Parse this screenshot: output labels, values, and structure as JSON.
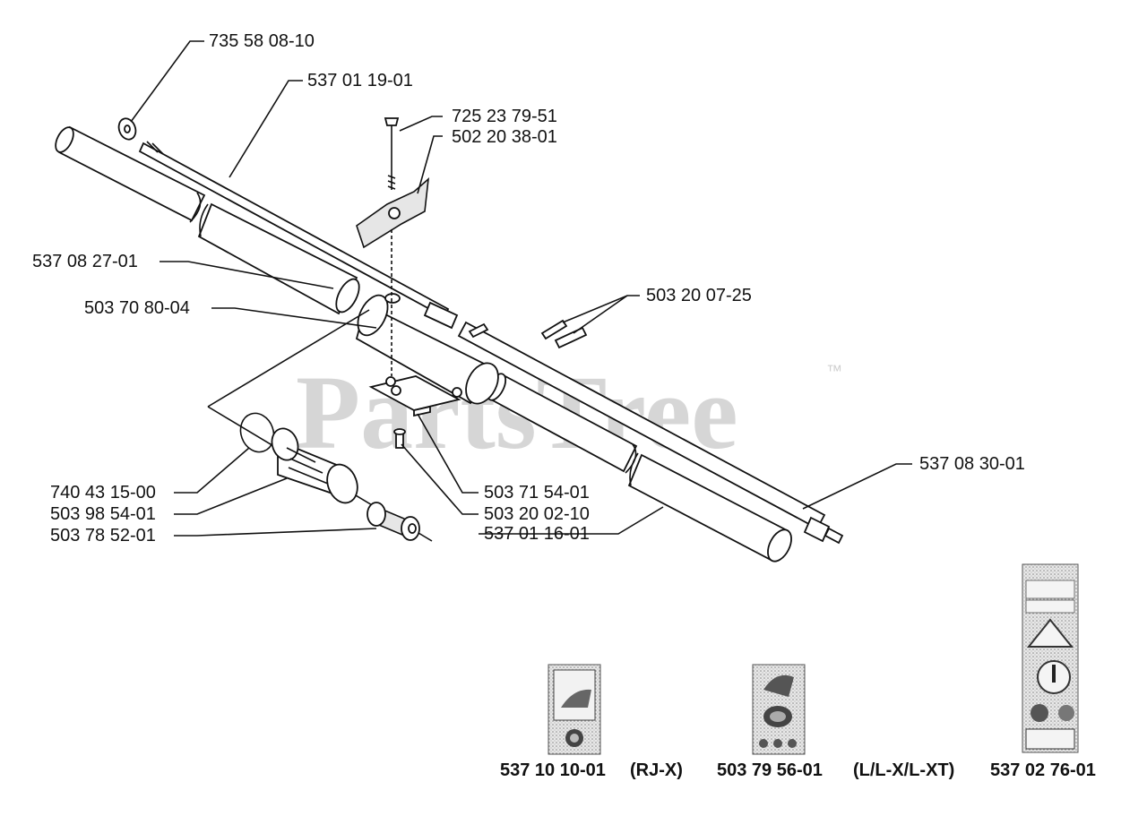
{
  "watermark": {
    "text": "PartsTree",
    "trademark": "™"
  },
  "callouts": {
    "p735580810": "735 58 08-10",
    "p537011901": "537 01 19-01",
    "p725237951": "725 23 79-51",
    "p502203801": "502 20 38-01",
    "p537082701": "537 08 27-01",
    "p503708004": "503 70 80-04",
    "p503200725": "503 20 07-25",
    "p740431500": "740 43 15-00",
    "p503985401": "503 98 54-01",
    "p503785201": "503 78 52-01",
    "p503715401": "503 71 54-01",
    "p503200210": "503 20 02-10",
    "p537011601": "537 01 16-01",
    "p537083001": "537 08 30-01"
  },
  "decals": [
    {
      "part": "537 10 10-01",
      "variant": "(RJ-X)"
    },
    {
      "part": "503 79 56-01",
      "variant": "(L/L-X/L-XT)"
    },
    {
      "part": "537 02 76-01",
      "variant": ""
    }
  ]
}
